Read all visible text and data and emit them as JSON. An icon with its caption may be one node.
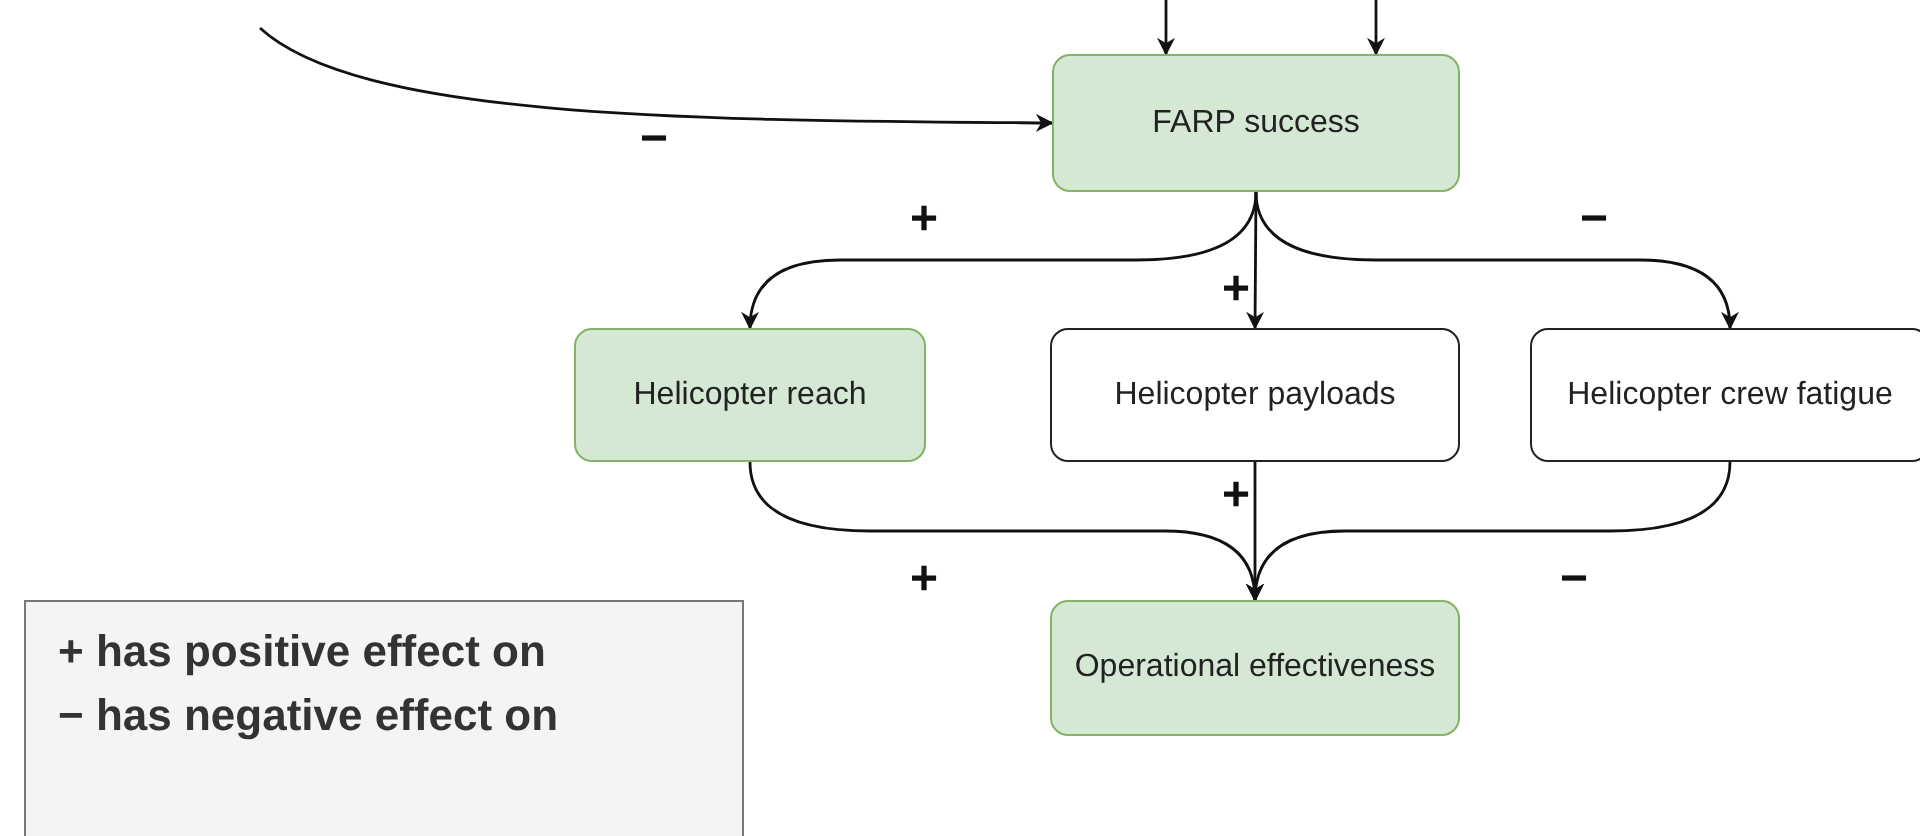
{
  "diagram": {
    "nodes": [
      {
        "text": [
          "FARP success"
        ]
      },
      {
        "text": [
          "Helicopter reach"
        ]
      },
      {
        "text": [
          "Helicopter payloads"
        ]
      },
      {
        "text": [
          "Helicopter crew fatigue"
        ]
      },
      {
        "text": [
          "Operational effectiveness"
        ]
      },
      {
        "text": [
          "+ has positive effect on",
          "− has negative effect on"
        ]
      }
    ],
    "edges": [
      {
        "from": null,
        "to": 0,
        "arrow": "to",
        "label": "−"
      },
      {
        "from": null,
        "to": 0,
        "arrow": "to"
      },
      {
        "from": null,
        "to": 0,
        "arrow": "to"
      },
      {
        "from": 0,
        "to": 1,
        "arrow": "to",
        "label": "+"
      },
      {
        "from": 0,
        "to": 2,
        "arrow": "to",
        "label": "+"
      },
      {
        "from": 0,
        "to": 3,
        "arrow": "to",
        "label": "−"
      },
      {
        "from": 1,
        "to": 4,
        "arrow": "to",
        "label": "+"
      },
      {
        "from": 2,
        "to": 4,
        "arrow": "to",
        "label": "+"
      },
      {
        "from": 3,
        "to": 4,
        "arrow": "to",
        "label": "−"
      }
    ]
  }
}
